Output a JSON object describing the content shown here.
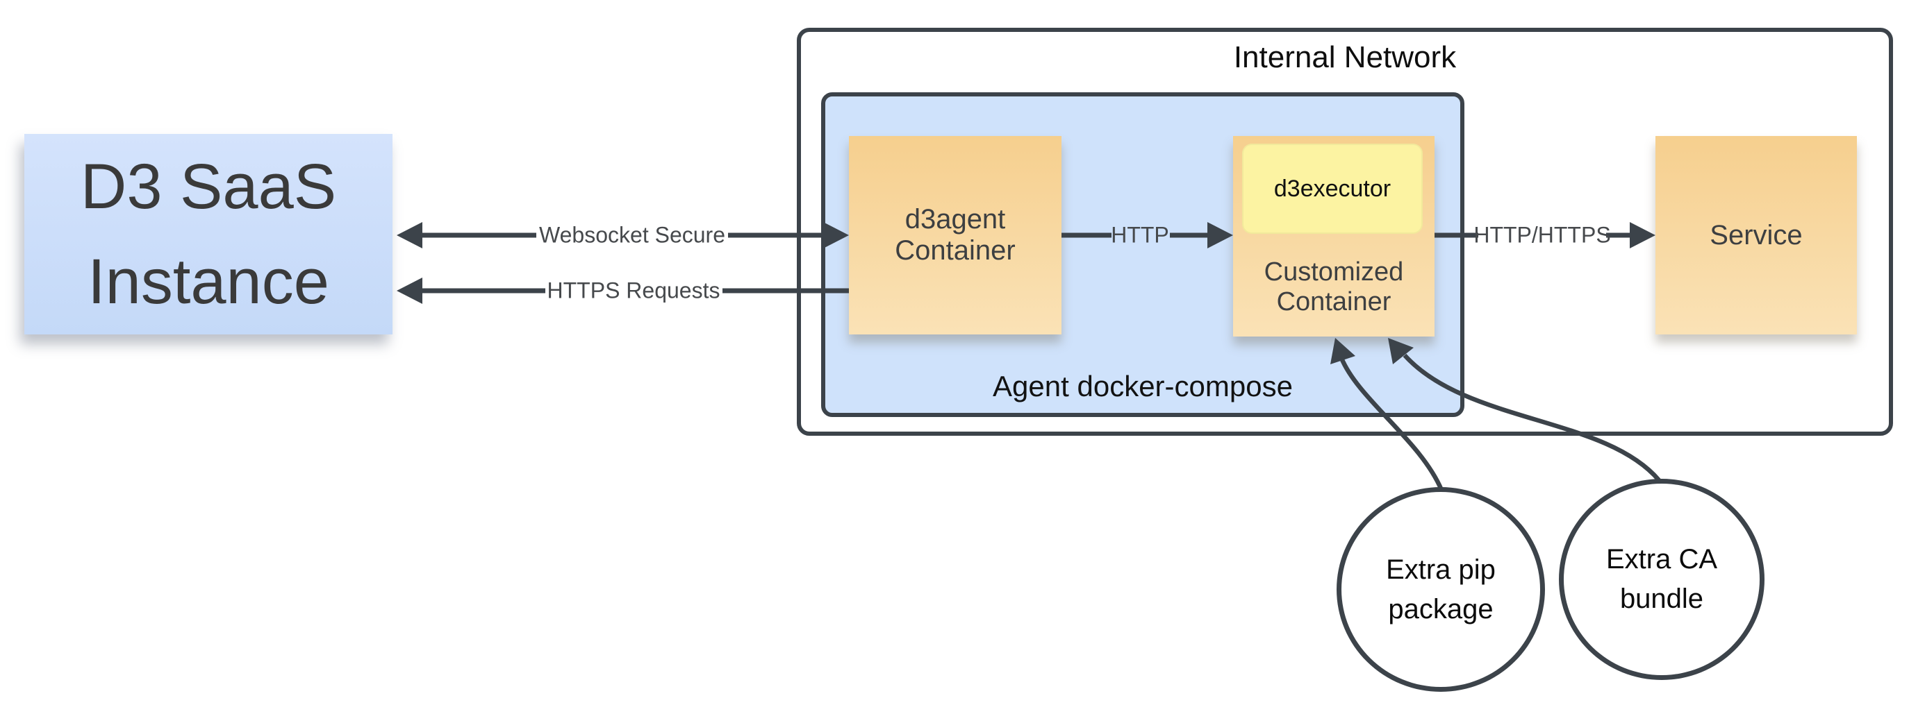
{
  "containers": {
    "internal": {
      "label": "Internal Network"
    },
    "compose": {
      "label": "Agent docker-compose"
    }
  },
  "nodes": {
    "d3saas": {
      "line1": "D3 SaaS",
      "line2": "Instance"
    },
    "d3agent": {
      "line1": "d3agent",
      "line2": "Container"
    },
    "d3executor": {
      "label": "d3executor"
    },
    "customized": {
      "line1": "Customized",
      "line2": "Container"
    },
    "service": {
      "label": "Service"
    },
    "extra_pip": {
      "line1": "Extra pip",
      "line2": "package"
    },
    "extra_ca": {
      "line1": "Extra CA",
      "line2": "bundle"
    }
  },
  "edges": {
    "websocket": {
      "label": "Websocket Secure"
    },
    "https": {
      "label": "HTTPS Requests"
    },
    "http": {
      "label": "HTTP"
    },
    "http_https": {
      "label": "HTTP/HTTPS"
    }
  },
  "colors": {
    "stroke": "#3c434a",
    "group_blue_fill": "#cfe2fb",
    "saas_blue_fill": "#c9dcf9",
    "node_orange_fill": "#f8d79c",
    "executor_yellow_fill": "#fcf3a2",
    "background": "#ffffff"
  }
}
